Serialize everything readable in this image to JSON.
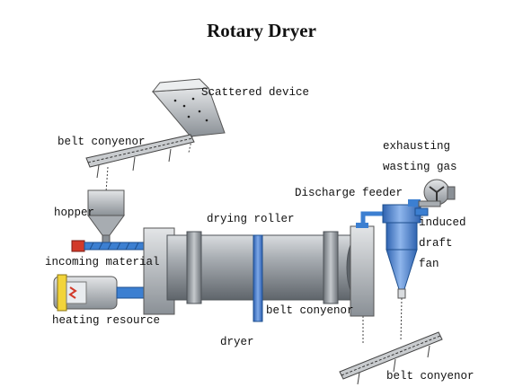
{
  "title": "Rotary Dryer",
  "labels": {
    "scattered_device": "Scattered device",
    "belt_conveyor_top": "belt conyenor",
    "hopper": "hopper",
    "incoming_material": "incoming material",
    "heating_resource": "heating resource",
    "drying_roller": "drying roller",
    "dryer": "dryer",
    "belt_conveyor_middle": "belt conyenor",
    "belt_conveyor_bottom": "belt conyenor",
    "exhausting": "exhausting",
    "wasting_gas": "wasting gas",
    "discharge_feeder": "Discharge feeder",
    "induced": "induced",
    "draft": "draft",
    "fan": "fan"
  },
  "colors": {
    "drum": "#9aa0a6",
    "drum_dark": "#6f757b",
    "cyclone": "#5a8fd6",
    "screw": "#3c7fd1",
    "motor_red": "#d23a2a",
    "burner_yellow": "#f2d43a"
  }
}
